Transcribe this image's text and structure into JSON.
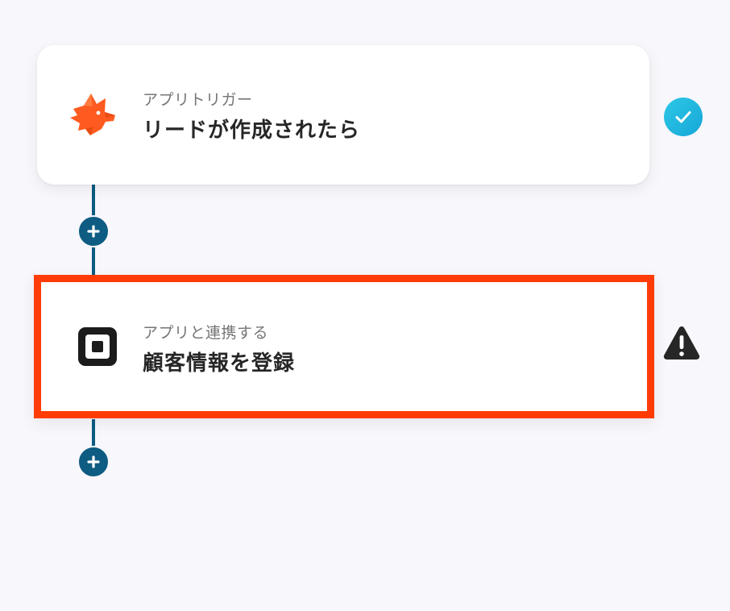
{
  "flow": {
    "steps": [
      {
        "subtitle": "アプリトリガー",
        "title": "リードが作成されたら",
        "icon": "fox-app-icon",
        "status": "completed",
        "status_icon": "check-icon"
      },
      {
        "subtitle": "アプリと連携する",
        "title": "顧客情報を登録",
        "icon": "square-app-icon",
        "status": "warning",
        "status_icon": "warning-icon",
        "highlighted": true
      }
    ],
    "add_button_icon": "plus-icon"
  },
  "colors": {
    "connector": "#0e5c82",
    "highlight_border": "#ff3c05",
    "fox_icon": "#ff5a1f",
    "check_badge": "#1fb6e0",
    "warning": "#262626",
    "background": "#f8f7fb"
  }
}
